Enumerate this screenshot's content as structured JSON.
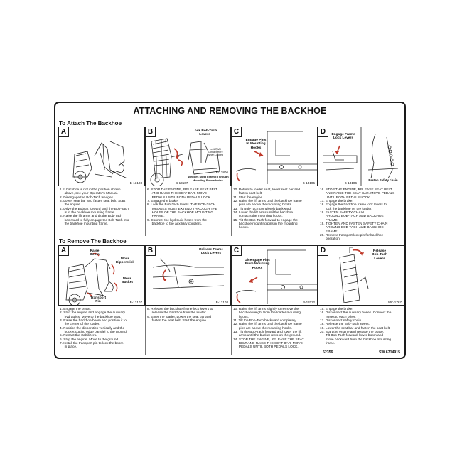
{
  "title": "ATTACHING AND REMOVING THE BACKHOE",
  "attach": {
    "heading": "To Attach The Backhoe",
    "panels": [
      {
        "letter": "A",
        "part": "B-13103"
      },
      {
        "letter": "B",
        "part": "B-13107",
        "part2": "B-13806",
        "callout1": "Lock Bob-Tach\nLevers",
        "callout2": "Lever Will\nContact Here\nWhen Locked",
        "callout3": "Wedges Must Extend Through\nMounting Frame Holes."
      },
      {
        "letter": "C",
        "part": "B-13105",
        "callout1": "Engage Pins\nIn Mounting\nHooks"
      },
      {
        "letter": "D",
        "part": "B-13106",
        "callout1": "Engage Frame\nLock Levers",
        "callout2": "Fasten Safety chain"
      }
    ],
    "col1": [
      "1. If backhoe is not in the position shown",
      "   above, see your Operator's Manual.",
      "2. Disengage the Bob-Tach wedges.",
      "3. Lower seat bar and fasten seat belt. Start",
      "   the engine.",
      "4. Drive the Bobcat forward until the Bob-Tach",
      "   is in the backhoe mounting frame.",
      "5. Raise the lift arms and tilt the Bob-Tach",
      "   backward to fully engage the Bob-Tach into",
      "   the backhoe mounting frame."
    ],
    "col2": [
      "6. STOP THE ENGINE, RELEASE SEAT BELT",
      "   AND RAISE THE SEAT BAR. MOVE",
      "   PEDALS UNTIL BOTH PEDALS LOCK.",
      "7. Engage the brake.",
      "8. Lock the Bob-Tach levers. THE BOB-TACH",
      "   WEDGES MUST EXTEND THROUGH THE",
      "   HOLES OF THE BACKHOE MOUNTING",
      "   FRAME.",
      "9. Connect the hydraulic hoses from the",
      "   backhoe to the auxiliary couplers."
    ],
    "col3": [
      "10. Return to loader seat, lower seat bar and",
      "    fasten seat belt.",
      "11. Start the engine.",
      "12. Raise the lift arms until the backhoe frame",
      "    pins are above the mounting hooks.",
      "13. Tilt Bob-Tach completely backward.",
      "14. Lower the lift arms until the backhoe",
      "    contacts the mounting hooks.",
      "15. Tilt the Bob-Tach forward to engage the",
      "    backhoe mounting pins in the mounting",
      "    hooks."
    ],
    "col4": [
      "16. STOP THE ENGINE, RELEASE SEAT BELT",
      "    AND RAISE THE SEAT BAR. MOVE PEDALS",
      "    UNTIL BOTH PEDALS LOCK.",
      "17. Engage the brake.",
      "18. Engage the backhoe frame lock levers to",
      "    lock the backhoe on the loader.",
      "19. FASTEN SAFETY CHAIN",
      "    AROUND BOB-TACH AND BACKHOE",
      "    FRAME.",
      "19. TIGHTEN AND FASTEN SAFETY CHAIN",
      "    AROUND BOB-TACH AND BACKHOE",
      "    FRAME.",
      "20. Remove transport lock pin for backhoe",
      "    operation."
    ]
  },
  "remove": {
    "heading": "To Remove The Backhoe",
    "panels": [
      {
        "letter": "A",
        "part": "B-13107",
        "callout1": "Raise\nBoom",
        "callout2": "Move\nDipperstick",
        "callout3": "Move\nBucket",
        "callout4": "Transport\nPin"
      },
      {
        "letter": "B",
        "part": "B-13108",
        "callout1": "Release Frame\nLock Levers"
      },
      {
        "letter": "C",
        "part": "B-13112",
        "callout1": "Disengage Pins\nFrom Mounting\nHooks"
      },
      {
        "letter": "D",
        "part": "MC-1767",
        "callout1": "Release\nBob-Tach\nLevers"
      }
    ],
    "col1": [
      "1. Engage the brake.",
      "2. Start the engine and engage the auxiliary",
      "   hydraulics. Move to the backhoe seat.",
      "3. Raise the backhoe boom and position it to",
      "   the center of the loader.",
      "4. Position the dipperstick vertically and the",
      "   bucket cutting edge parallel to the ground.",
      "5. Retract the stabilizers.",
      "6. Stop the engine. Move to the ground.",
      "7. Install the transport pin to lock the boom",
      "   in place."
    ],
    "col2": [
      "8. Release the backhoe frame lock levers to",
      "   release the backhoe from the loader.",
      "9. Enter the loader. Lower the seat bar and",
      "   fasten the seat belt. Start the engine."
    ],
    "col3": [
      "10. Raise the lift arms slightly to remove the",
      "    backhoe weight from the loader mounting",
      "    hooks.",
      "11. Tilt the Bob-Tach backward completely.",
      "12. Raise the lift arms until the backhoe frame",
      "    pins are above the mounting hooks.",
      "13. Tilt the Bob-Tach forward and lower the lift",
      "    arms until the bucket rests on the ground.",
      "14. STOP THE ENGINE, RELEASE THE SEAT",
      "    BELT AND RAISE THE SEAT BAR. MOVE",
      "    PEDALS UNTIL BOTH PEDALS LOCK."
    ],
    "col4": [
      "15. Engage the brake.",
      "16. Disconnect the auxiliary hoses. Connect the",
      "    hoses to each other.",
      "17. Disconnect safety chain.",
      "18. Release the Bob-Tach levers.",
      "19. Lower the seat bar and fasten the seat belt.",
      "20. Start the engine and release the brake.",
      "    Tilt Bob-Tach forward, lower boom and",
      "    move backward from the backhoe mounting",
      "    frame."
    ]
  },
  "footer": {
    "code": "52356",
    "sw": "SW 6714915"
  }
}
